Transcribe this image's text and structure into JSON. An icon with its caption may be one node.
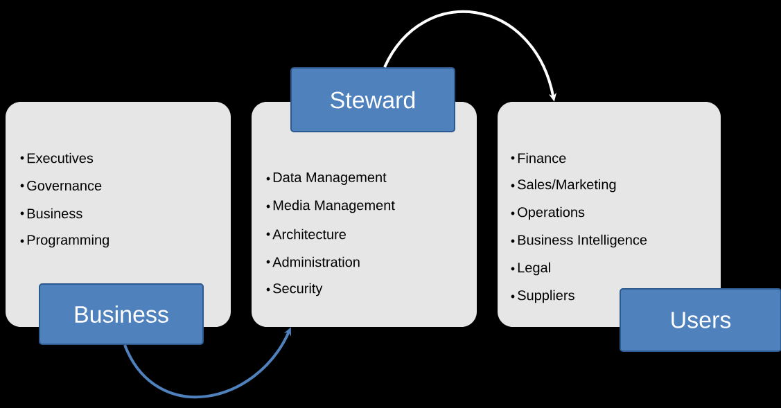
{
  "diagram": {
    "nodes": [
      {
        "text": [
          "Executives",
          "Governance",
          "Business",
          "Programming"
        ]
      },
      {
        "text": [
          "Business"
        ]
      },
      {
        "text": [
          "Data Management",
          "Media Management",
          "Architecture",
          "Administration",
          "Security"
        ]
      },
      {
        "text": [
          "Steward"
        ]
      },
      {
        "text": [
          "Finance",
          "Sales/Marketing",
          "Operations",
          "Business Intelligence",
          "Legal",
          "Suppliers"
        ]
      },
      {
        "text": [
          "Users"
        ]
      }
    ],
    "edges": [
      {
        "from": 1,
        "to": 2,
        "arrow": "to",
        "color": "#4f81bd"
      },
      {
        "from": 3,
        "to": 4,
        "arrow": "to",
        "color": "#ffffff"
      }
    ]
  }
}
